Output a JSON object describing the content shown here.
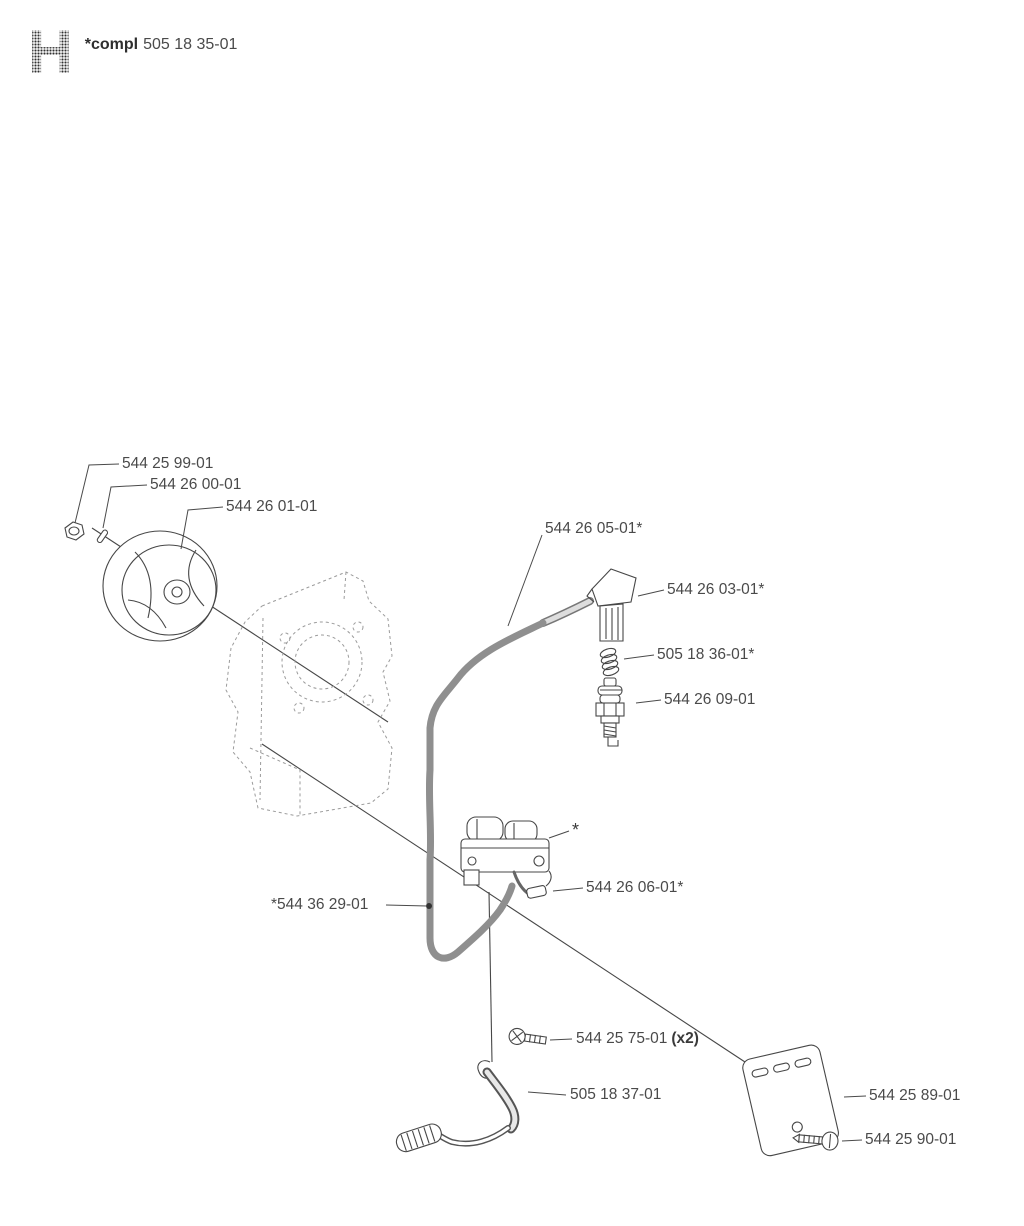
{
  "header": {
    "section_letter": "H",
    "compl_label": "*compl",
    "compl_number": "505 18 35-01"
  },
  "callouts": {
    "flywheel_nut": "544 25 99-01",
    "flywheel_key": "544 26 00-01",
    "flywheel": "544 26 01-01",
    "ignition_cable": "544 26 05-01*",
    "spark_plug_cap": "544 26 03-01*",
    "spring": "505 18 36-01*",
    "spark_plug": "544 26 09-01",
    "ignition_module": "*",
    "connector": "544 26 06-01*",
    "wiring": "*544 36 29-01",
    "module_screw": "544 25 75-01",
    "module_screw_qty": "(x2)",
    "ground_contact": "505 18 37-01",
    "plate": "544 25 89-01",
    "plate_screw": "544 25 90-01"
  },
  "colors": {
    "line": "#474747",
    "dashed_outline": "#9b9b9b",
    "cable": "#8f8f8f",
    "text": "#4a4a4a"
  }
}
